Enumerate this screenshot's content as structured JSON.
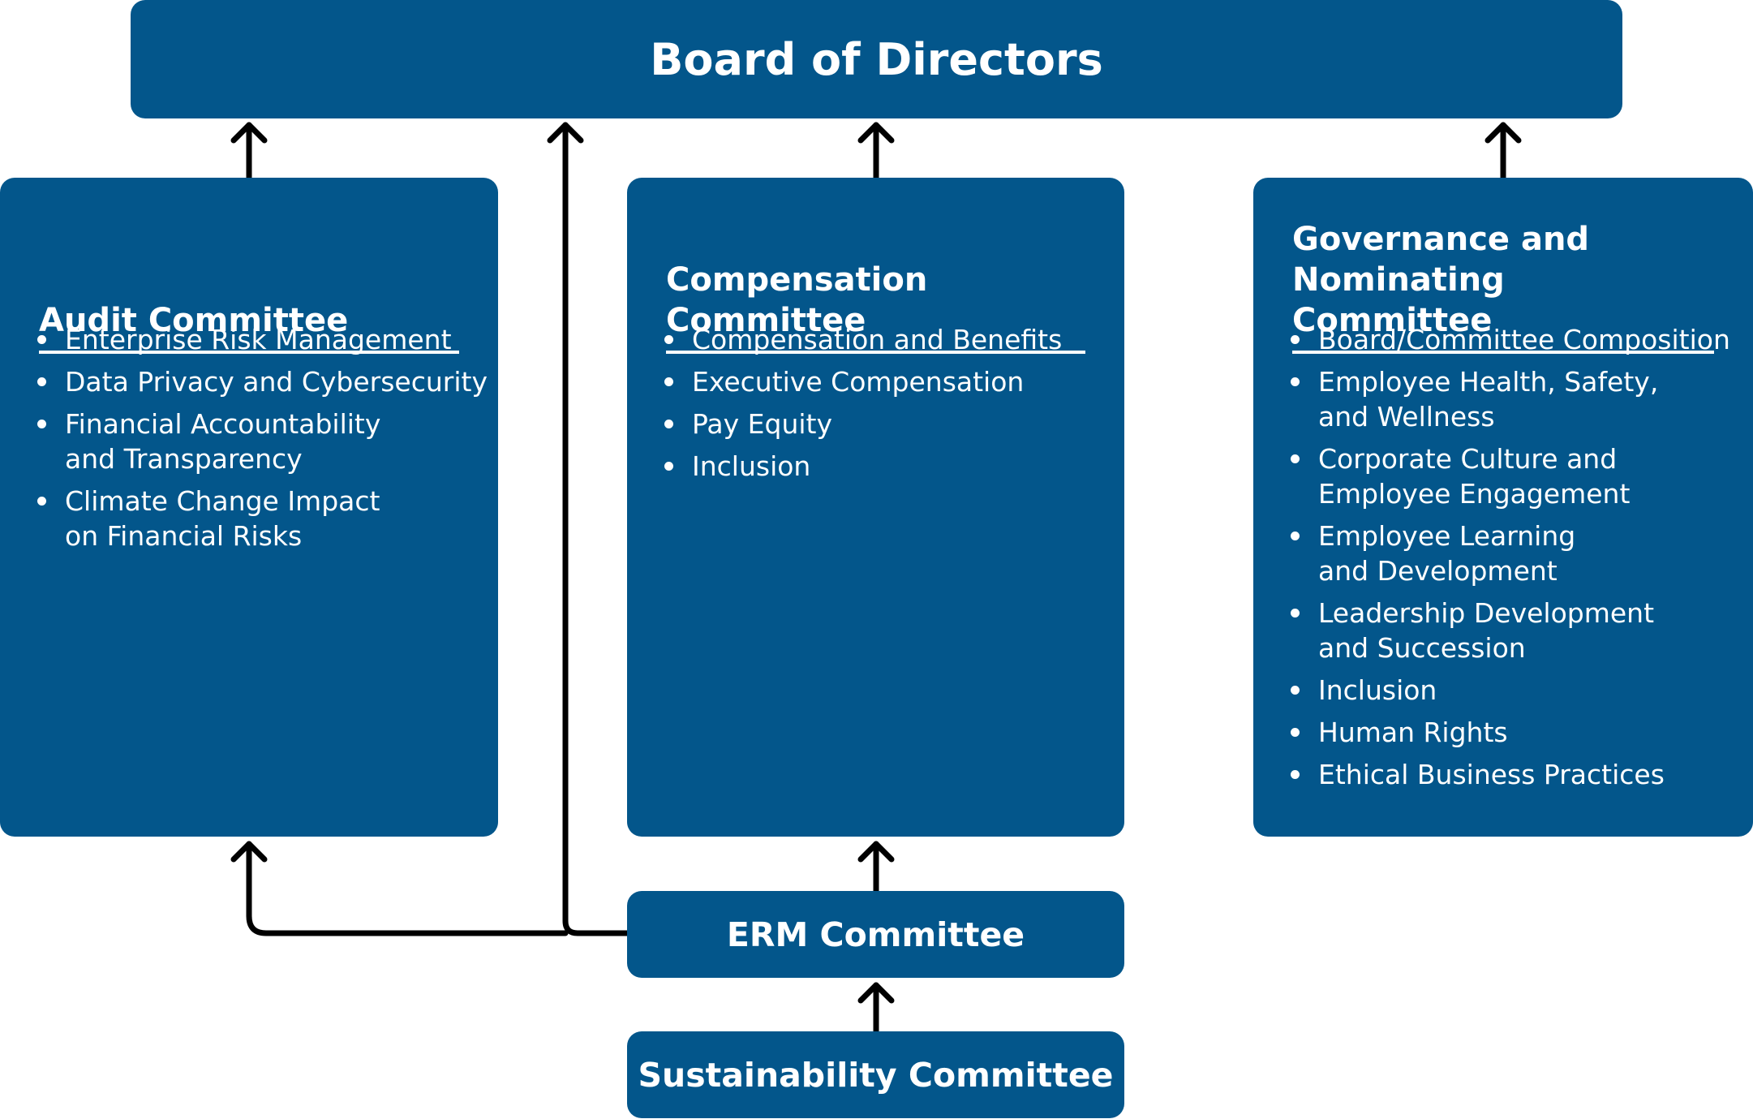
{
  "board": {
    "label": "Board of Directors"
  },
  "committees": [
    {
      "id": "audit",
      "title_lines": [
        "Audit Committee"
      ],
      "items": [
        [
          "Enterprise Risk Management"
        ],
        [
          "Data Privacy and Cybersecurity"
        ],
        [
          "Financial Accountability",
          "and Transparency"
        ],
        [
          "Climate Change Impact",
          "on Financial Risks"
        ]
      ]
    },
    {
      "id": "comp",
      "title_lines": [
        "Compensation Committee"
      ],
      "items": [
        [
          "Compensation and Benefits"
        ],
        [
          "Executive Compensation"
        ],
        [
          "Pay Equity"
        ],
        [
          "Inclusion"
        ]
      ]
    },
    {
      "id": "gov",
      "title_lines": [
        "Governance and",
        "Nominating Committee"
      ],
      "items": [
        [
          "Board/Committee Composition"
        ],
        [
          "Employee Health, Safety,",
          "and Wellness"
        ],
        [
          "Corporate Culture and",
          "Employee Engagement"
        ],
        [
          "Employee Learning",
          "and Development"
        ],
        [
          "Leadership Development",
          "and Succession"
        ],
        [
          "Inclusion"
        ],
        [
          "Human Rights"
        ],
        [
          "Ethical Business Practices"
        ]
      ]
    }
  ],
  "erm": {
    "label": "ERM Committee"
  },
  "sustainability": {
    "label": "Sustainability Committee"
  },
  "colors": {
    "box": "#03568b",
    "text": "#ffffff",
    "arrow": "#000000"
  }
}
